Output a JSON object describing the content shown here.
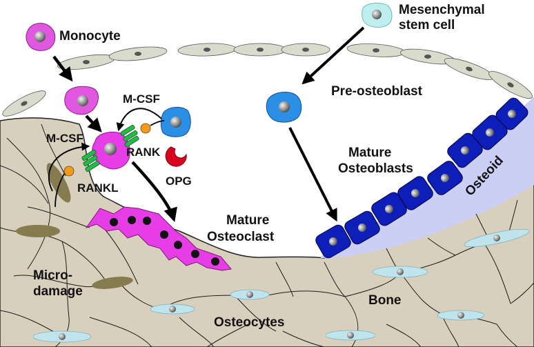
{
  "labels": {
    "monocyte": "Monocyte",
    "msc_line1": "Mesenchymal",
    "msc_line2": "stem cell",
    "preosteoblast": "Pre-osteoblast",
    "mcsf_top": "M-CSF",
    "mcsf_left": "M-CSF",
    "rank": "RANK",
    "rankl": "RANKL",
    "opg": "OPG",
    "mature_osteoblasts_line1": "Mature",
    "mature_osteoblasts_line2": "Osteoblasts",
    "osteoid": "Osteoid",
    "mature_osteoclast_line1": "Mature",
    "mature_osteoclast_line2": "Osteoclast",
    "microdamage_line1": "Micro-",
    "microdamage_line2": "damage",
    "bone": "Bone",
    "osteocytes": "Osteocytes"
  },
  "colors": {
    "bone": "#d8d0bd",
    "osteoid": "#cccff5",
    "osteoblast": "#0d1fb8",
    "preosteoblast": "#2b8fe6",
    "monocyte": "#e058e0",
    "osteoclast": "#e63de6",
    "opg": "#d8001e",
    "rank": "#27b84a",
    "rankl": "#f09a1e",
    "lining_cell": "#d9dccd",
    "osteocyte": "#bfe4ec",
    "microdamage": "#857b4f",
    "nucleus": "#8a8a8a"
  }
}
